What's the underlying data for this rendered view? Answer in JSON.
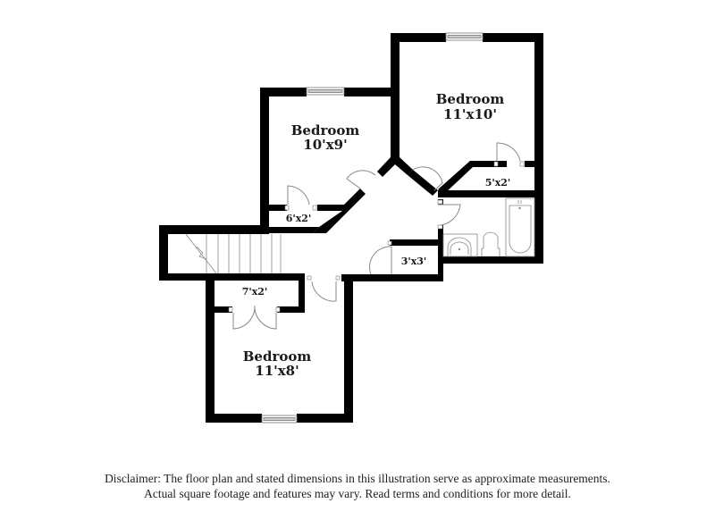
{
  "floor_plan": {
    "rooms": [
      {
        "name": "Bedroom",
        "dims": "10'x9'"
      },
      {
        "name": "Bedroom",
        "dims": "11'x10'"
      },
      {
        "name": "Bedroom",
        "dims": "11'x8'"
      }
    ],
    "closets": [
      {
        "dims": "6'x2'"
      },
      {
        "dims": "5'x2'"
      },
      {
        "dims": "3'x3'"
      },
      {
        "dims": "7'x2'"
      }
    ],
    "fixtures": [
      "stairs",
      "bathtub",
      "toilet",
      "sink"
    ]
  },
  "disclaimer": {
    "line1": "Disclaimer: The floor plan and stated dimensions in this illustration serve as approximate measurements.",
    "line2": "Actual square footage and features may vary. Read terms and conditions for more detail."
  },
  "colors": {
    "wall": "#000000",
    "background": "#ffffff",
    "fixture_line": "#888888"
  }
}
